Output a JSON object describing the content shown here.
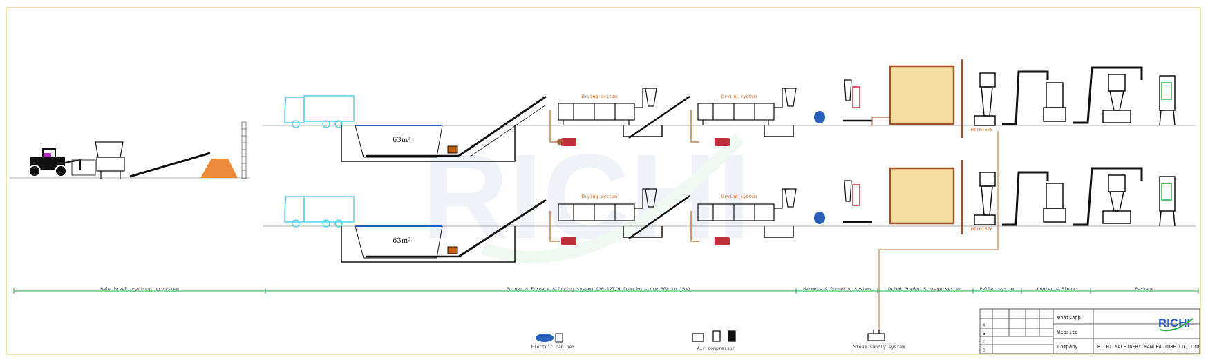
{
  "drawing": {
    "colors": {
      "frame": "#e8dc9a",
      "line": "#222222",
      "green": "#2aa84a",
      "orange": "#ee8a3a",
      "cyan": "#5fd0e8",
      "brown": "#a0522d",
      "blue": "#2a5fb8"
    },
    "sections": [
      "Bale breaking/Chopping system",
      "Burner & Furnace & Drying system (10-12T/H from Moisture 30% to 10%)",
      "Hammers & Pounding system",
      "Dried Powder Storage system",
      "Pellet system",
      "Cooler & Sieve",
      "Package"
    ],
    "pit_volume": "63m³",
    "dryer_label": "Drying system",
    "silo_label": "HT(H)678",
    "accessories": {
      "cabinet": "Electric cabinet",
      "compressor": "Air compressor",
      "steam": "Steam supply system"
    },
    "title_block": {
      "rows": [
        {
          "label": "Whatsapp",
          "value": ""
        },
        {
          "label": "Website",
          "value": ""
        },
        {
          "label": "Company",
          "value": "RICHI MACHINERY MANUFACTURE CO.,LTD"
        }
      ],
      "grid_labels": [
        "A",
        "B",
        "C",
        "D"
      ],
      "logo": "RICHI"
    },
    "watermark": "RICHI",
    "icons": [
      "tractor-icon",
      "truck-icon",
      "loader-icon"
    ]
  }
}
